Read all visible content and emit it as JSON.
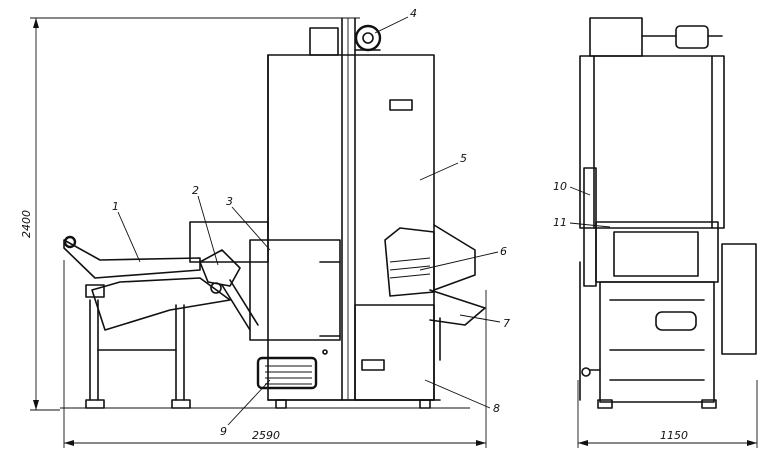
{
  "dimensions": {
    "height": "2400",
    "width_front": "2590",
    "width_side": "1150"
  },
  "callouts": [
    "1",
    "2",
    "3",
    "4",
    "5",
    "6",
    "7",
    "8",
    "9",
    "10",
    "11"
  ]
}
